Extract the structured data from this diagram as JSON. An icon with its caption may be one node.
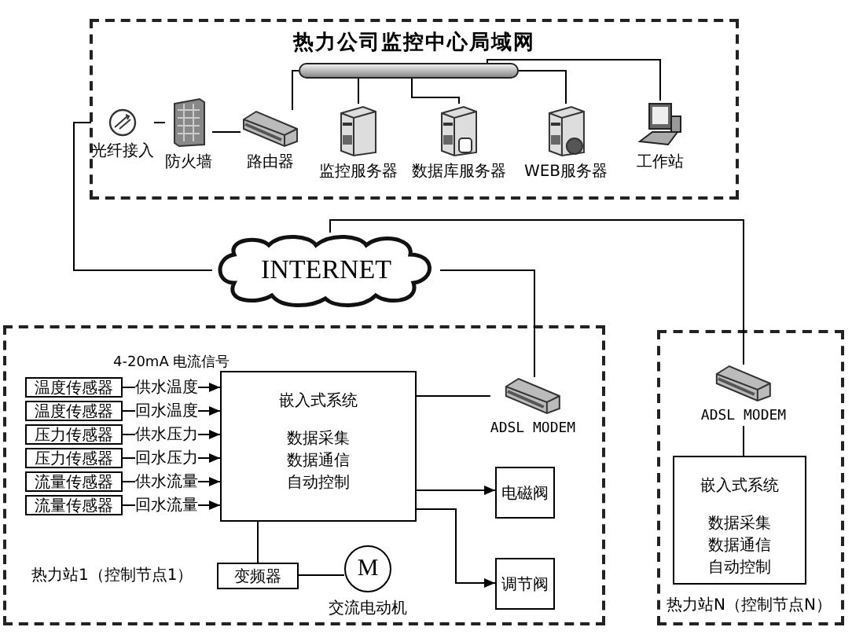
{
  "diagram": {
    "nodes": [
      {
        "text": [
          "热力公司监控中心局域网"
        ]
      },
      {
        "text": [],
        "shape": "bar",
        "in": 0
      },
      {
        "text": [
          "光纤接入"
        ],
        "in": 0
      },
      {
        "text": [
          "防火墙"
        ],
        "in": 0
      },
      {
        "text": [
          "路由器"
        ],
        "in": 0
      },
      {
        "text": [
          "监控服务器"
        ],
        "in": 0
      },
      {
        "text": [
          "数据库服务器"
        ],
        "in": 0
      },
      {
        "text": [
          "WEB服务器"
        ],
        "in": 0
      },
      {
        "text": [
          "工作站"
        ],
        "in": 0
      },
      {
        "text": [
          "INTERNET"
        ]
      },
      {
        "text": [
          "热力站1（控制节点1）"
        ]
      },
      {
        "text": [
          "温度传感器"
        ],
        "in": 10
      },
      {
        "text": [
          "温度传感器"
        ],
        "in": 10
      },
      {
        "text": [
          "压力传感器"
        ],
        "in": 10
      },
      {
        "text": [
          "压力传感器"
        ],
        "in": 10
      },
      {
        "text": [
          "流量传感器"
        ],
        "in": 10
      },
      {
        "text": [
          "流量传感器"
        ],
        "in": 10
      },
      {
        "text": [
          "嵌入式系统",
          "数据采集数据通信自动控制"
        ],
        "in": 10
      },
      {
        "text": [
          "ADSL MODEM"
        ],
        "in": 10
      },
      {
        "text": [
          "电磁阀"
        ],
        "in": 10
      },
      {
        "text": [
          "调节阀"
        ],
        "in": 10
      },
      {
        "text": [
          "变频器"
        ],
        "in": 10
      },
      {
        "text": [
          "M"
        ],
        "beside": [
          "交流电动机"
        ],
        "in": 10
      },
      {
        "text": [
          "热力站N（控制节点N）"
        ]
      },
      {
        "text": [
          "ADSL MODEM"
        ],
        "in": 23
      },
      {
        "text": [
          "嵌入式系统",
          "数据采集数据通信自动控制"
        ],
        "in": 23
      }
    ],
    "edges": [
      {
        "from": 2,
        "to": 3,
        "arrow": "none"
      },
      {
        "from": 3,
        "to": 4,
        "arrow": "none"
      },
      {
        "from": 1,
        "to": 4,
        "arrow": "none"
      },
      {
        "from": 1,
        "to": 5,
        "arrow": "none"
      },
      {
        "from": 1,
        "to": 6,
        "arrow": "none"
      },
      {
        "from": 1,
        "to": 7,
        "arrow": "none"
      },
      {
        "from": 1,
        "to": 8,
        "arrow": "none"
      },
      {
        "from": 2,
        "to": 9,
        "arrow": "none"
      },
      {
        "from": 9,
        "to": 24,
        "arrow": "none"
      },
      {
        "from": 9,
        "to": 18,
        "arrow": "none"
      },
      {
        "from": 18,
        "to": 17,
        "arrow": "none"
      },
      {
        "from": 11,
        "to": 17,
        "arrow": "to",
        "label": "供水温度"
      },
      {
        "from": 12,
        "to": 17,
        "arrow": "to",
        "label": "回水温度"
      },
      {
        "from": 13,
        "to": 17,
        "arrow": "to",
        "label": "供水压力"
      },
      {
        "from": 14,
        "to": 17,
        "arrow": "to",
        "label": "回水压力"
      },
      {
        "from": 15,
        "to": 17,
        "arrow": "to",
        "label": "供水流量"
      },
      {
        "from": 16,
        "to": 17,
        "arrow": "to",
        "label": "回水流量"
      },
      {
        "from": 17,
        "to": 19,
        "arrow": "to"
      },
      {
        "from": 17,
        "to": 20,
        "arrow": "to"
      },
      {
        "from": 17,
        "to": 21,
        "arrow": "none"
      },
      {
        "from": 21,
        "to": 22,
        "arrow": "none"
      },
      {
        "from": 24,
        "to": 25,
        "arrow": "none"
      }
    ],
    "labels": [
      "4-20mA 电流信号"
    ]
  }
}
